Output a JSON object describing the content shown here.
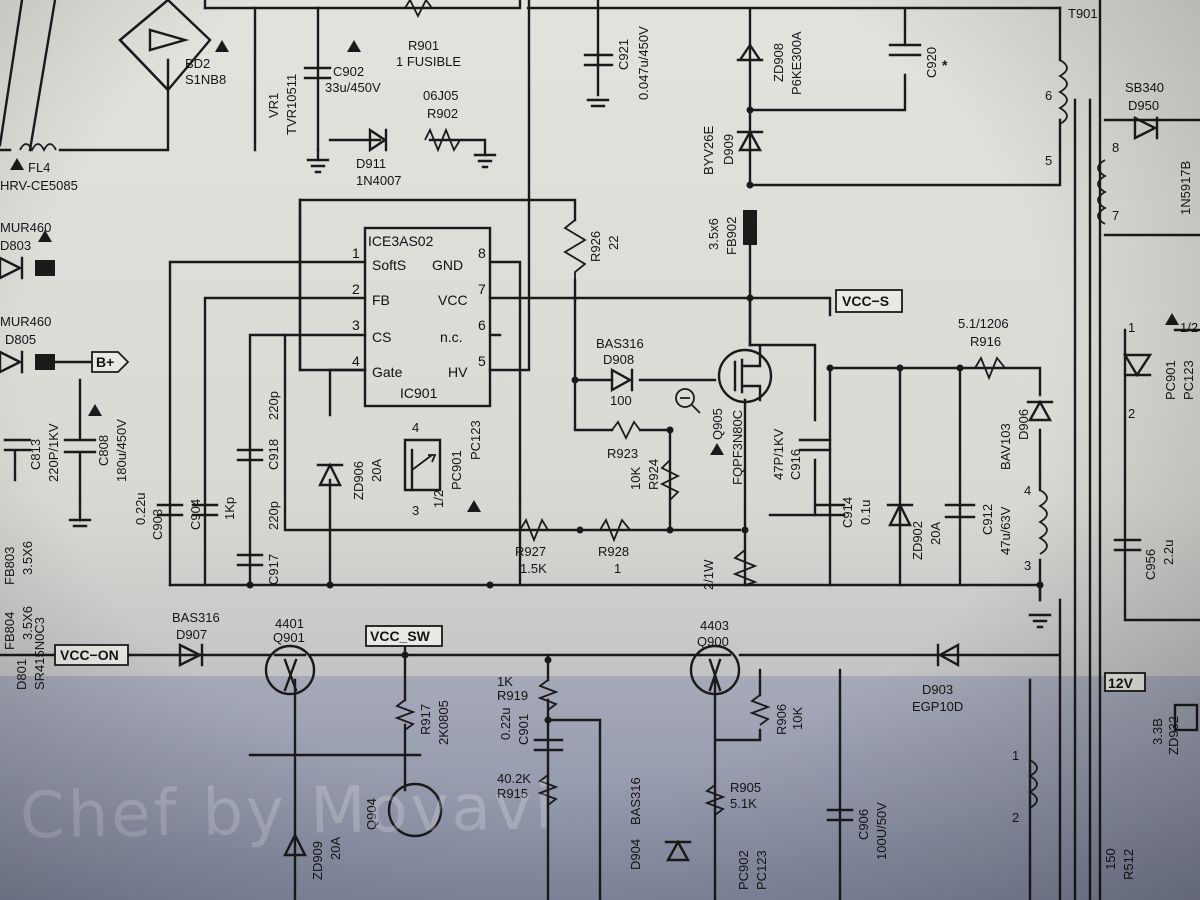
{
  "watermark": "Chef by Movavi",
  "ic": {
    "name": "ICE3AS02",
    "ref": "IC901",
    "pins_left": [
      "SoftS",
      "FB",
      "CS",
      "Gate"
    ],
    "pins_left_num": [
      "1",
      "2",
      "3",
      "4"
    ],
    "pins_right": [
      "GND",
      "VCC",
      "n.c.",
      "HV"
    ],
    "pins_right_num": [
      "8",
      "7",
      "6",
      "5"
    ]
  },
  "nets": {
    "vcc_s": "VCC−S",
    "vcc_on": "VCC−ON",
    "vcc_sw": "VCC_SW",
    "b_plus": "B+",
    "v12": "12V"
  },
  "labels": {
    "bd2": "BD2",
    "bd2_part": "S1NB8",
    "vr1": "VR1",
    "vr1_part": "TVR10511",
    "c902": "C902",
    "c902_val": "33u/450V",
    "r901": "R901",
    "r901_val": "1 FUSIBLE",
    "c921": "C921",
    "c921_val": "0.047u/450V",
    "zd908": "ZD908",
    "zd908_part": "P6KE300A",
    "c920": "C920",
    "star": "*",
    "t901": "T901",
    "sb340": "SB340",
    "d950": "D950",
    "d950_part": "1N5917B",
    "fl4": "FL4",
    "fl4_part": "HRV-CE5085",
    "d911": "D911",
    "d911_part": "1N4007",
    "r902": "R902",
    "r902_val": "06J05",
    "byv": "BYV26E",
    "d909": "D909",
    "fb902": "FB902",
    "fb902_val": "3.5x6",
    "r926": "R926",
    "r926_val": "22",
    "mur_a": "MUR460",
    "d803": "D803",
    "mur_b": "MUR460",
    "d805": "D805",
    "c813": "C813",
    "c813_val": "220P/1KV",
    "c808": "C808",
    "c808_val": "180u/450V",
    "c903": "C903",
    "c903_val": "0.22u",
    "c904": "C904",
    "c904_val": "1Kp",
    "c918": "C918",
    "c918_val": "220p",
    "c917": "C917",
    "c917_val": "220p",
    "zd906": "ZD906",
    "zd906_val": "20A",
    "pc901": "PC901",
    "pc901_part": "PC123",
    "pc901_half": "1/2",
    "bas_d908": "BAS316",
    "d908": "D908",
    "d908_val": "100",
    "q905": "Q905",
    "q905_part": "FQPF3N80C",
    "c916": "C916",
    "c916_val": "47P/1KV",
    "r923": "R923",
    "r924": "R924",
    "r924_val": "10K",
    "r927": "R927",
    "r927_val": "1.5K",
    "r928": "R928",
    "r928_val": "1",
    "r_sense": "2/1W",
    "r916": "R916",
    "r916_val": "5.1/1206",
    "d906": "D906",
    "d906_part": "BAV103",
    "c914": "C914",
    "c914_val": "0.1u",
    "zd902": "ZD902",
    "zd902_val": "20A",
    "c912": "C912",
    "c912_val": "47u/63V",
    "pin_1": "1",
    "pin_2": "2",
    "pin_3": "3",
    "pin_4": "4",
    "pin_5": "5",
    "pin_6": "6",
    "pin_7": "7",
    "pin_8": "8",
    "pc901b": "PC901",
    "pc901b_part": "PC123",
    "pc901b_half": "1/2",
    "c956": "C956",
    "c956_val": "2.2u",
    "fb803": "FB803",
    "fb803_val": "3.5X6",
    "fb804": "FB804",
    "fb804_val": "3.5X6",
    "d801": "D801",
    "d801_part": "SR415N0C3",
    "bas_d907": "BAS316",
    "d907": "D907",
    "q901_num": "4401",
    "q901": "Q901",
    "q900_num": "4403",
    "q900": "Q900",
    "r917": "R917",
    "r917_val": "2K0805",
    "r919_val": "1K",
    "r919": "R919",
    "c901_val": "0.22u",
    "c901": "C901",
    "r915_val": "40.2K",
    "r915": "R915",
    "r906": "R906",
    "r906_val": "10K",
    "r905": "R905",
    "r905_val": "5.1K",
    "d903": "D903",
    "d903_part": "EGP10D",
    "q904": "Q904",
    "zd909": "ZD909",
    "zd909_val": "20A",
    "d904": "D904",
    "d904_part": "BAS316",
    "pc902": "PC902",
    "pc902_part": "PC123",
    "c906": "C906",
    "c906_val": "100U/50V",
    "zd932": "ZD932",
    "zd932_val": "3.3B",
    "r512": "R512",
    "r512_val": "150"
  }
}
